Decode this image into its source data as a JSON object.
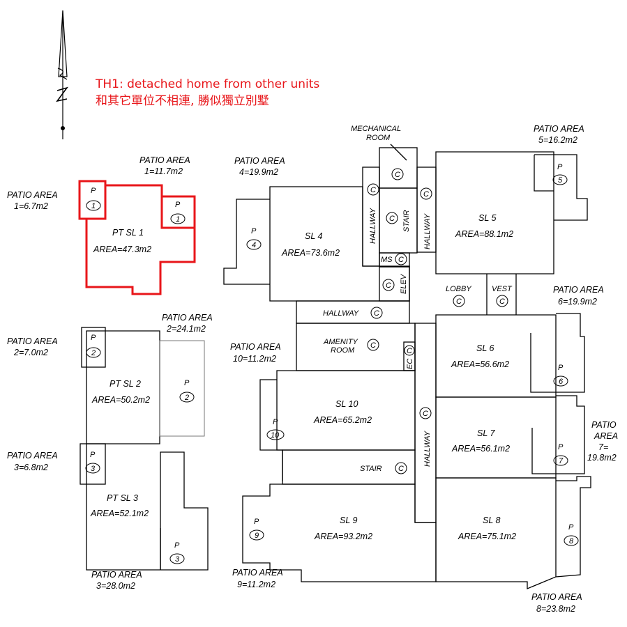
{
  "annotation": {
    "line1": "TH1: detached home from other units",
    "line2": "和其它單位不相連, 勝似獨立別墅",
    "color": "#e8161a"
  },
  "north_arrow": {
    "letter": "N",
    "icon": "north-arrow-icon"
  },
  "patio_labels": {
    "p1_upper": [
      "PATIO AREA",
      "1=11.7m2"
    ],
    "p1_left": [
      "PATIO AREA",
      "1=6.7m2"
    ],
    "p2_upper": [
      "PATIO AREA",
      "2=24.1m2"
    ],
    "p2_left": [
      "PATIO AREA",
      "2=7.0m2"
    ],
    "p3_left": [
      "PATIO AREA",
      "3=6.8m2"
    ],
    "p3_lower": [
      "PATIO AREA",
      "3=28.0m2"
    ],
    "p4": [
      "PATIO AREA",
      "4=19.9m2"
    ],
    "p5": [
      "PATIO AREA",
      "5=16.2m2"
    ],
    "p6": [
      "PATIO AREA",
      "6=19.9m2"
    ],
    "p7": [
      "PATIO",
      "AREA",
      "7=",
      "19.8m2"
    ],
    "p8": [
      "PATIO AREA",
      "8=23.8m2"
    ],
    "p9": [
      "PATIO AREA",
      "9=11.2m2"
    ],
    "p10": [
      "PATIO AREA",
      "10=11.2m2"
    ]
  },
  "units": {
    "pt_sl1": {
      "name": "PT SL 1",
      "area": "AREA=47.3m2"
    },
    "pt_sl2": {
      "name": "PT SL 2",
      "area": "AREA=50.2m2"
    },
    "pt_sl3": {
      "name": "PT SL 3",
      "area": "AREA=52.1m2"
    },
    "sl4": {
      "name": "SL 4",
      "area": "AREA=73.6m2"
    },
    "sl5": {
      "name": "SL 5",
      "area": "AREA=88.1m2"
    },
    "sl6": {
      "name": "SL 6",
      "area": "AREA=56.6m2"
    },
    "sl7": {
      "name": "SL 7",
      "area": "AREA=56.1m2"
    },
    "sl8": {
      "name": "SL 8",
      "area": "AREA=75.1m2"
    },
    "sl9": {
      "name": "SL 9",
      "area": "AREA=93.2m2"
    },
    "sl10": {
      "name": "SL 10",
      "area": "AREA=65.2m2"
    }
  },
  "common": {
    "mechanical": [
      "MECHANICAL",
      "ROOM"
    ],
    "hallway": "HALLWAY",
    "stair": "STAIR",
    "ms": "MS",
    "elev": "ELEV",
    "lobby": "LOBBY",
    "vest": "VEST",
    "amenity": [
      "AMENITY",
      "ROOM"
    ],
    "ec": "EC",
    "c": "C"
  },
  "markers": {
    "p": "P",
    "n1": "1",
    "n2": "2",
    "n3": "3",
    "n4": "4",
    "n5": "5",
    "n6": "6",
    "n7": "7",
    "n8": "8",
    "n9": "9",
    "n10": "10"
  }
}
